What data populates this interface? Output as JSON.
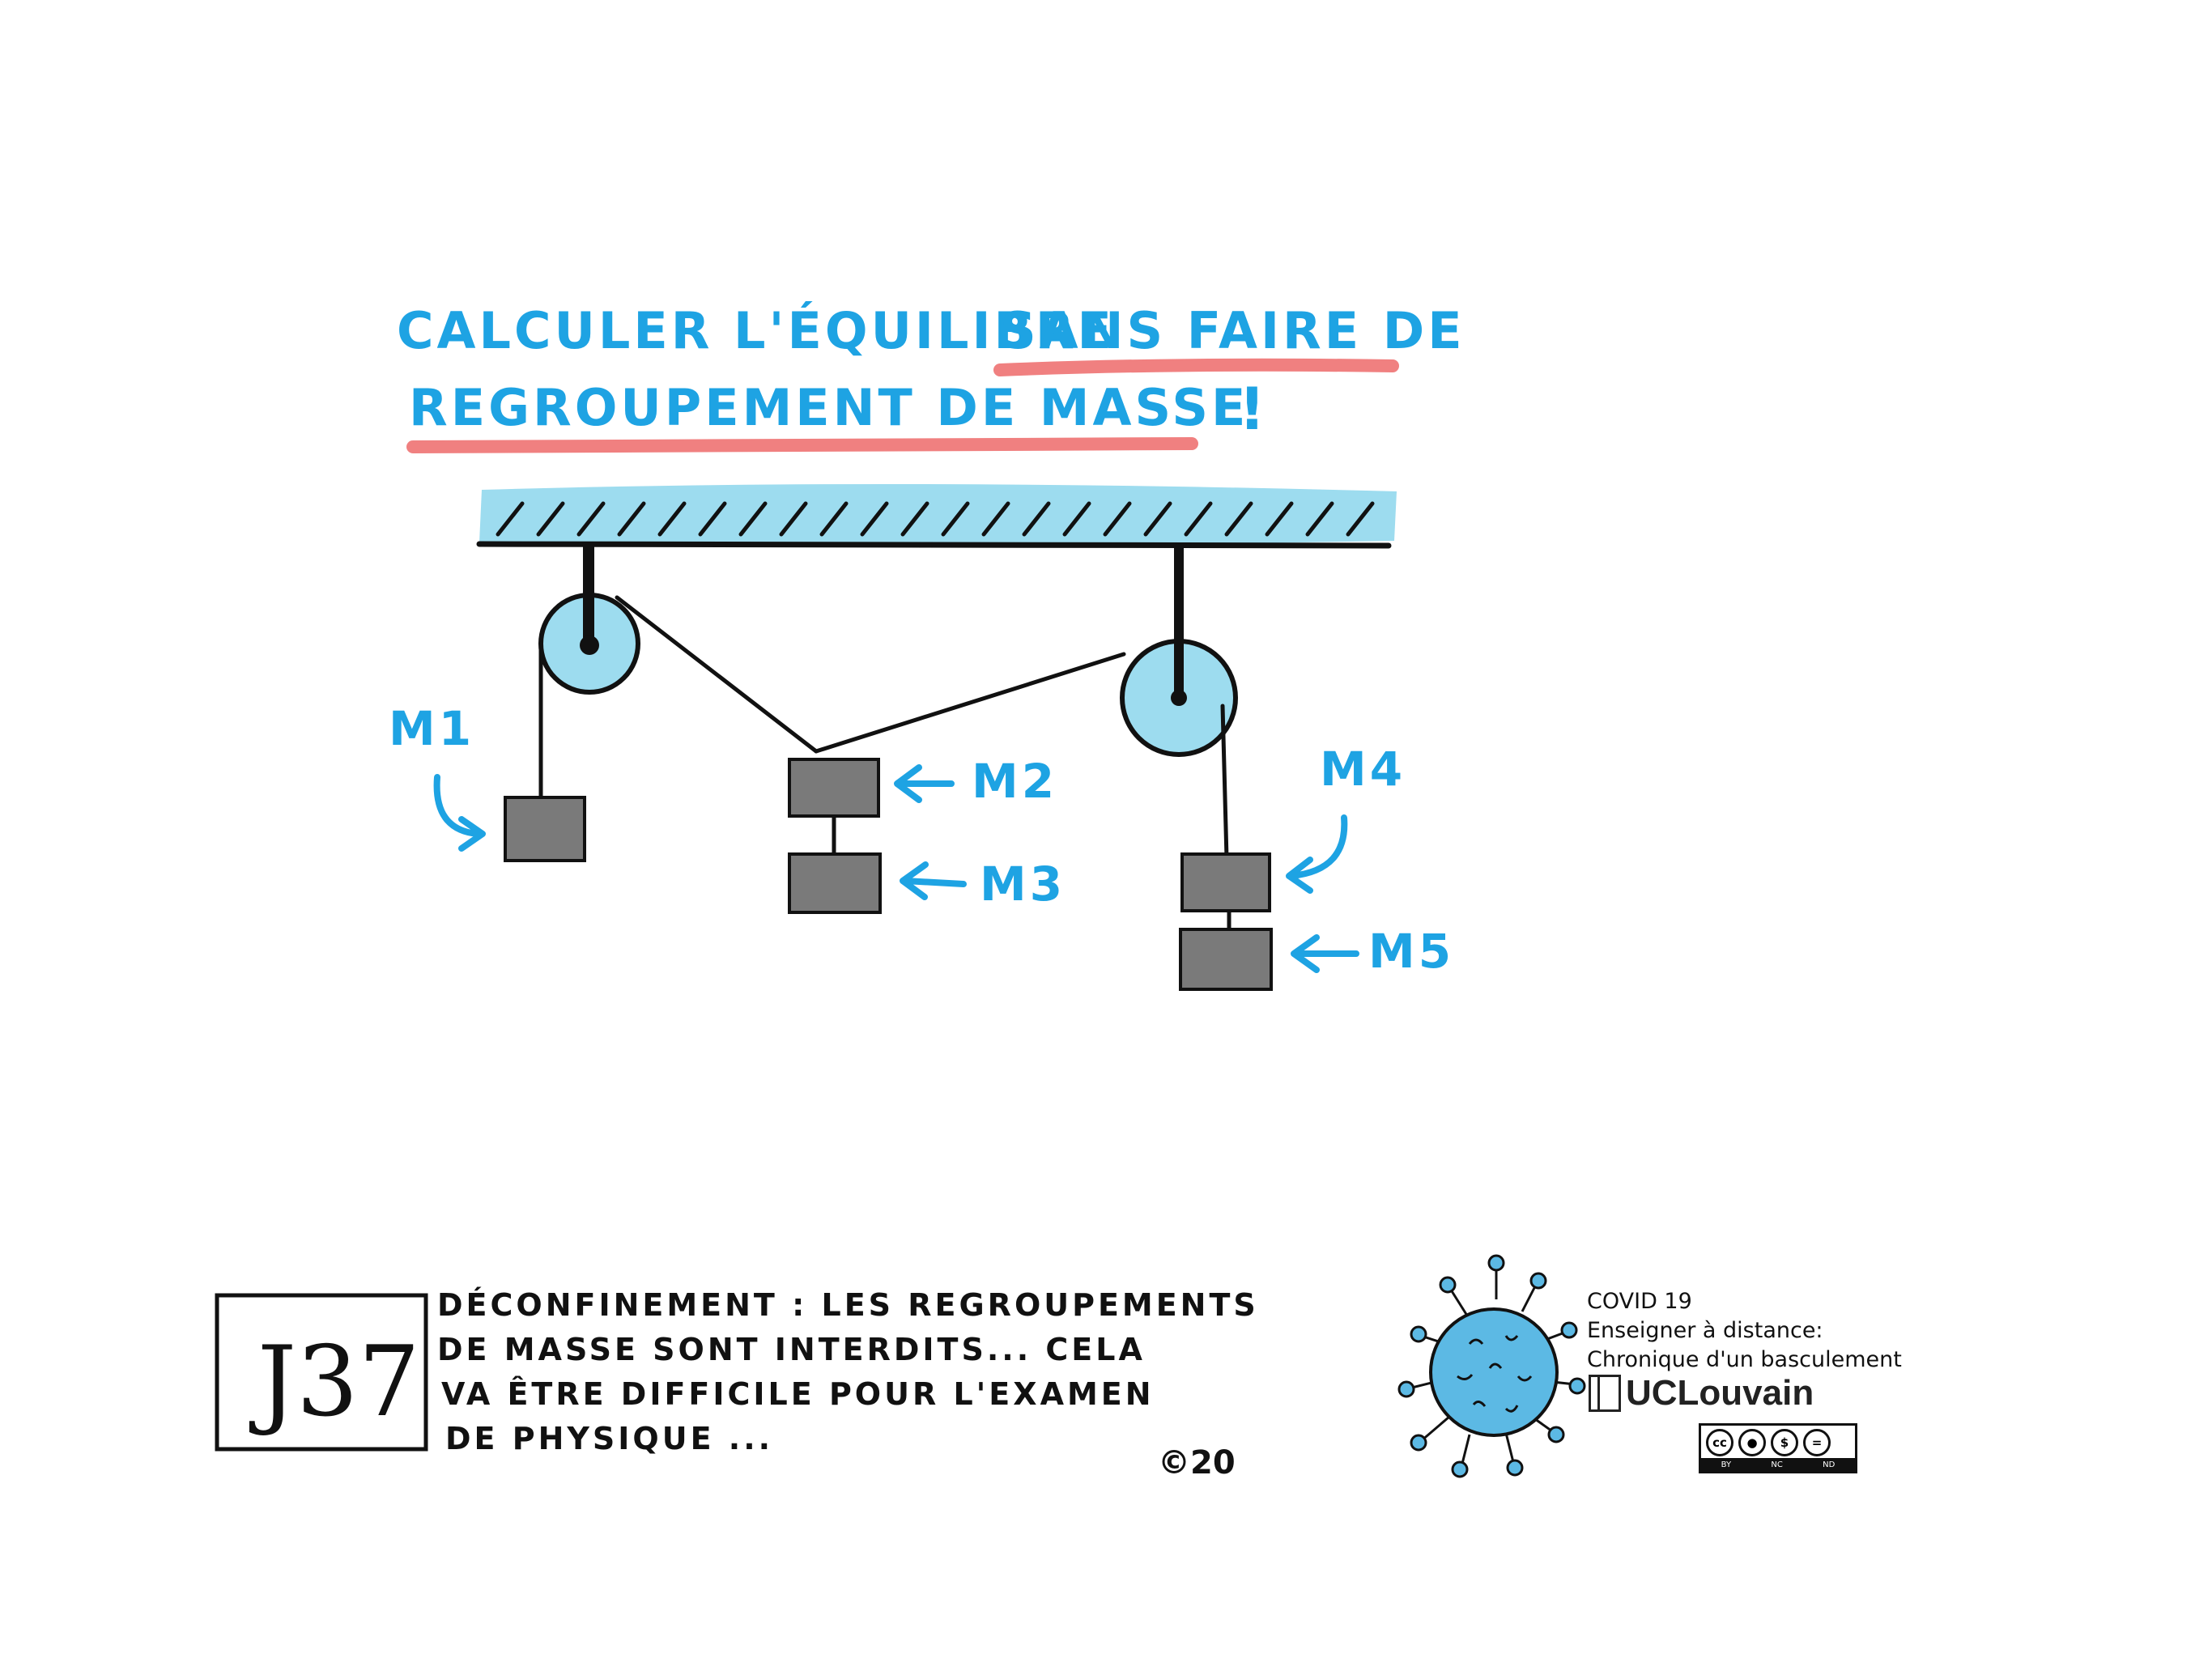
{
  "title": {
    "line1_a": "CALCULER L'ÉQUILIBRE",
    "line1_b": "SANS FAIRE DE",
    "line2_a": "REGROUPEMENT DE MASSE",
    "line2_b": "!"
  },
  "masses": {
    "m1": "M1",
    "m2": "M2",
    "m3": "M3",
    "m4": "M4",
    "m5": "M5"
  },
  "day_label": "J37",
  "caption": [
    "DÉCONFINEMENT : LES REGROUPEMENTS",
    "DE MASSE SONT INTERDITS... CELA",
    "VA ÊTRE DIFFICILE POUR L'EXAMEN",
    "DE PHYSIQUE ..."
  ],
  "signature": "©20",
  "info": {
    "line1": "COVID 19",
    "line2": "Enseigner à distance:",
    "line3": "Chronique d'un basculement"
  },
  "brand": "UCLouvain",
  "license": {
    "labels": [
      "BY",
      "NC",
      "ND"
    ]
  },
  "colors": {
    "accent_blue": "#1ea3e3",
    "ceiling_blue": "#9ddcef",
    "highlight_red": "#f08080",
    "mass_gray": "#7a7a7a"
  }
}
